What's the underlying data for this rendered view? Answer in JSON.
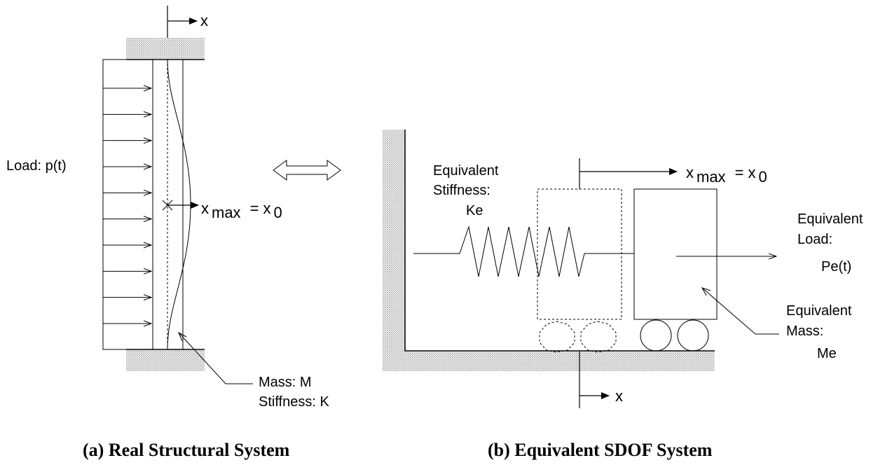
{
  "real_system": {
    "caption": "(a) Real Structural System",
    "load_label": "Load: p(t)",
    "axis_label": "x",
    "deflection": {
      "var": "x",
      "sub": "max",
      "equals": "= x",
      "sub0": "0"
    },
    "mass_label": "Mass: M",
    "stiffness_label": "Stiffness: K",
    "load_arrow_count": 10
  },
  "sdof_system": {
    "caption": "(b) Equivalent SDOF System",
    "stiffness_label_line1": "Equivalent",
    "stiffness_label_line2": "Stiffness:",
    "stiffness_label_line3": "Ke",
    "load_label_line1": "Equivalent",
    "load_label_line2": "Load:",
    "load_label_line3": "Pe(t)",
    "mass_label_line1": "Equivalent",
    "mass_label_line2": "Mass:",
    "mass_label_line3": "Me",
    "axis_label": "x",
    "deflection": {
      "var": "x",
      "sub": "max",
      "equals": "= x",
      "sub0": "0"
    }
  },
  "equivalence_symbol": "double-arrow-icon"
}
